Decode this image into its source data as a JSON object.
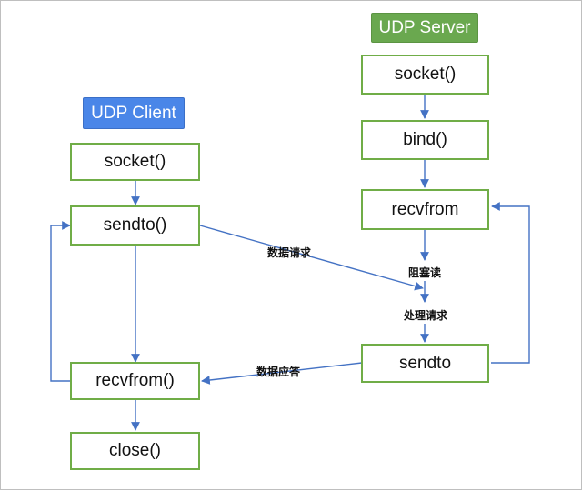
{
  "client": {
    "title": "UDP Client",
    "steps": [
      "socket()",
      "sendto()",
      "recvfrom()",
      "close()"
    ]
  },
  "server": {
    "title": "UDP Server",
    "steps": [
      "socket()",
      "bind()",
      "recvfrom",
      "sendto"
    ]
  },
  "labels": {
    "request": "数据请求",
    "block_read": "阻塞读",
    "process_request": "处理请求",
    "response": "数据应答"
  },
  "colors": {
    "node_border": "#70ad47",
    "arrow": "#4472c4",
    "client_tag": "#4a86e8",
    "server_tag": "#6aa84f"
  }
}
